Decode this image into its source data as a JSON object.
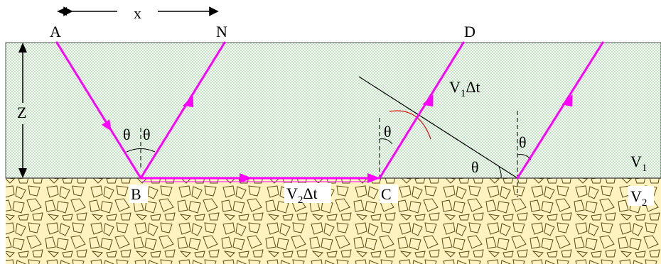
{
  "labels": {
    "A": "A",
    "N": "N",
    "D": "D",
    "B": "B",
    "C": "C",
    "x": "x",
    "Z": "Z",
    "theta": "θ"
  },
  "velocity_labels": {
    "v1_main": "V",
    "v1_sub": "1",
    "v2_main": "V",
    "v2_sub": "2",
    "v1dt_main": "V",
    "v1dt_sub": "1",
    "v1dt_tail": "Δt",
    "v2dt_main": "V",
    "v2dt_sub": "2",
    "v2dt_tail": "Δt"
  },
  "colors": {
    "ray": "#ff00ff",
    "upper_layer_dot": "#8fd08f",
    "lower_layer_bg": "#fff3c2",
    "rock_stroke": "#5a4a12",
    "arc": "#e00000",
    "line": "#000000"
  }
}
